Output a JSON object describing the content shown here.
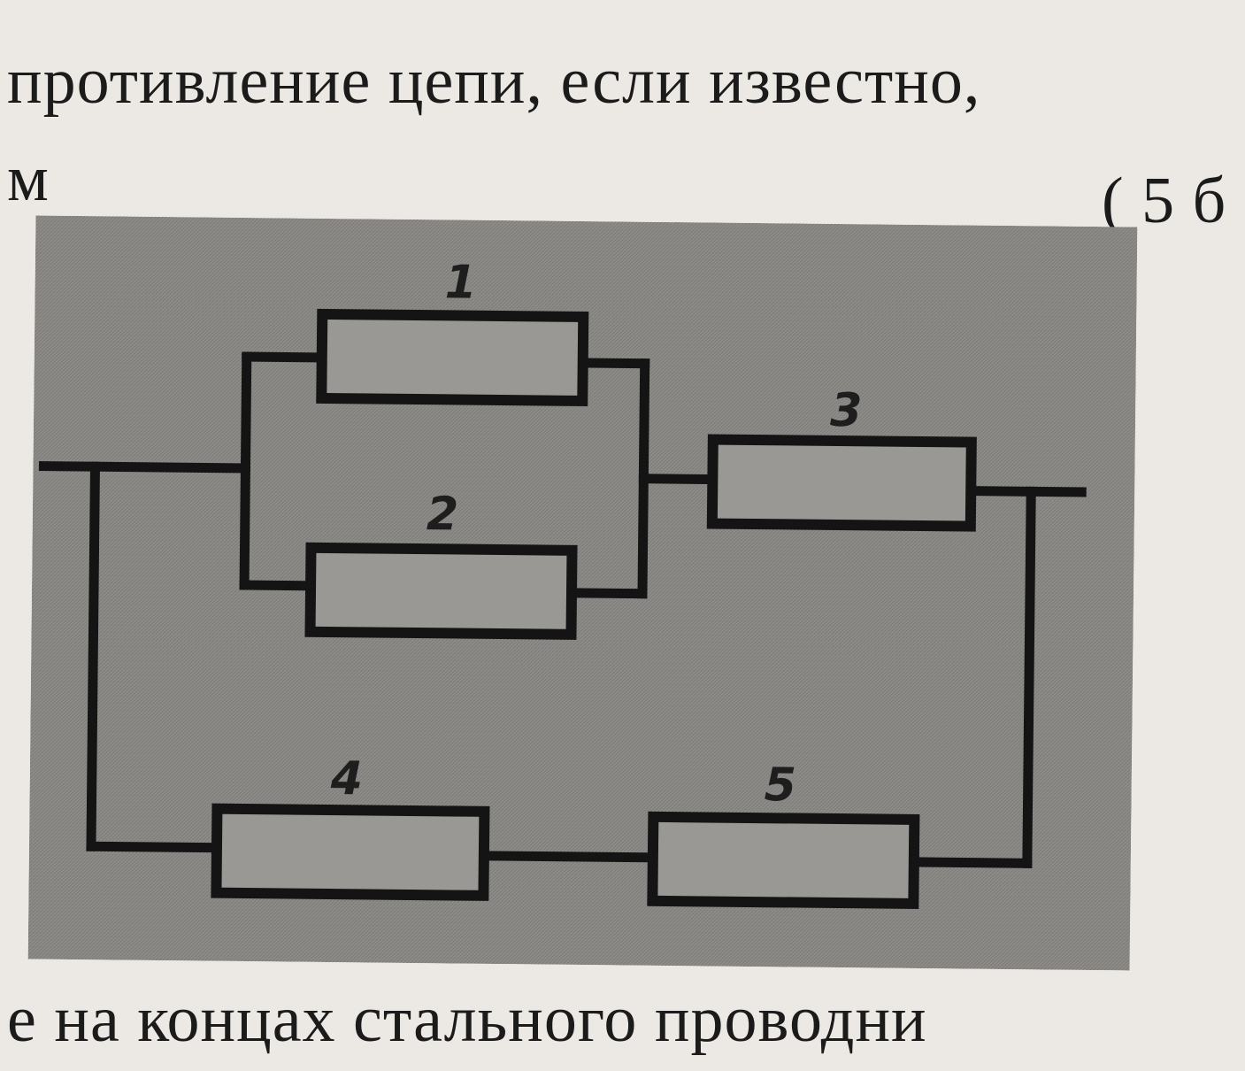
{
  "text": {
    "cut_line": "",
    "question_line": "противление цепи, если известно,",
    "unit_fragment": "м",
    "score_fragment": "( 5 б",
    "next_question": "е на концах стального проводни"
  },
  "diagram": {
    "resistors": [
      {
        "id": "1",
        "label": "1"
      },
      {
        "id": "2",
        "label": "2"
      },
      {
        "id": "3",
        "label": "3"
      },
      {
        "id": "4",
        "label": "4"
      },
      {
        "id": "5",
        "label": "5"
      }
    ],
    "colors": {
      "panel": "#8e8c89",
      "resistor_fill": "#9a9895",
      "wire": "#141414"
    }
  }
}
